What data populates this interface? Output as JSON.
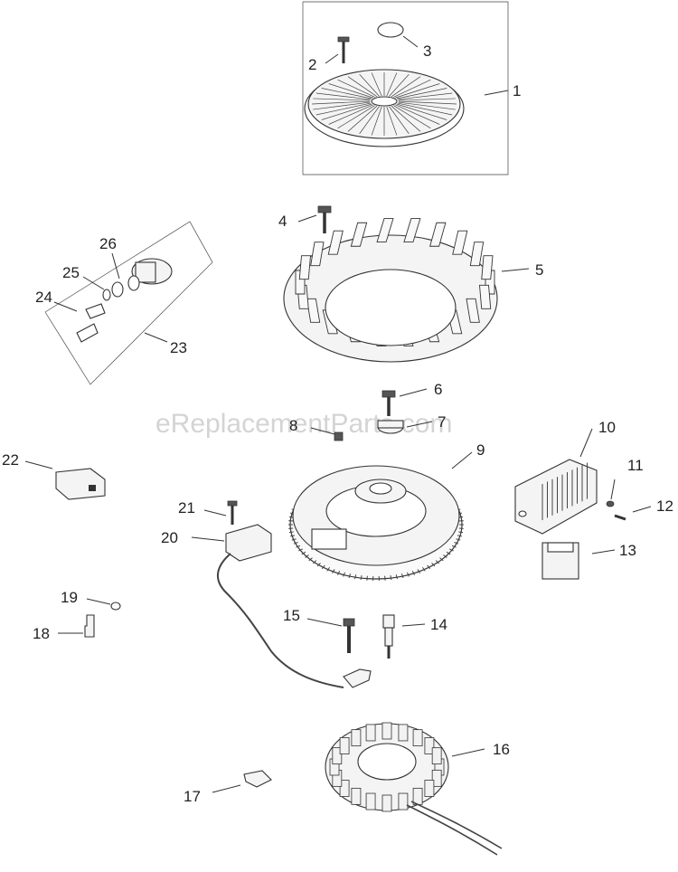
{
  "watermark": "eReplacementParts.com",
  "parts": [
    {
      "id": "p1",
      "label": "1"
    },
    {
      "id": "p2",
      "label": "2"
    },
    {
      "id": "p3",
      "label": "3"
    },
    {
      "id": "p4",
      "label": "4"
    },
    {
      "id": "p5",
      "label": "5"
    },
    {
      "id": "p6",
      "label": "6"
    },
    {
      "id": "p7",
      "label": "7"
    },
    {
      "id": "p8",
      "label": "8"
    },
    {
      "id": "p9",
      "label": "9"
    },
    {
      "id": "p10",
      "label": "10"
    },
    {
      "id": "p11",
      "label": "11"
    },
    {
      "id": "p12",
      "label": "12"
    },
    {
      "id": "p13",
      "label": "13"
    },
    {
      "id": "p14",
      "label": "14"
    },
    {
      "id": "p15",
      "label": "15"
    },
    {
      "id": "p16",
      "label": "16"
    },
    {
      "id": "p17",
      "label": "17"
    },
    {
      "id": "p18",
      "label": "18"
    },
    {
      "id": "p19",
      "label": "19"
    },
    {
      "id": "p20",
      "label": "20"
    },
    {
      "id": "p21",
      "label": "21"
    },
    {
      "id": "p22",
      "label": "22"
    },
    {
      "id": "p23",
      "label": "23"
    },
    {
      "id": "p24",
      "label": "24"
    },
    {
      "id": "p25",
      "label": "25"
    },
    {
      "id": "p26",
      "label": "26"
    }
  ]
}
